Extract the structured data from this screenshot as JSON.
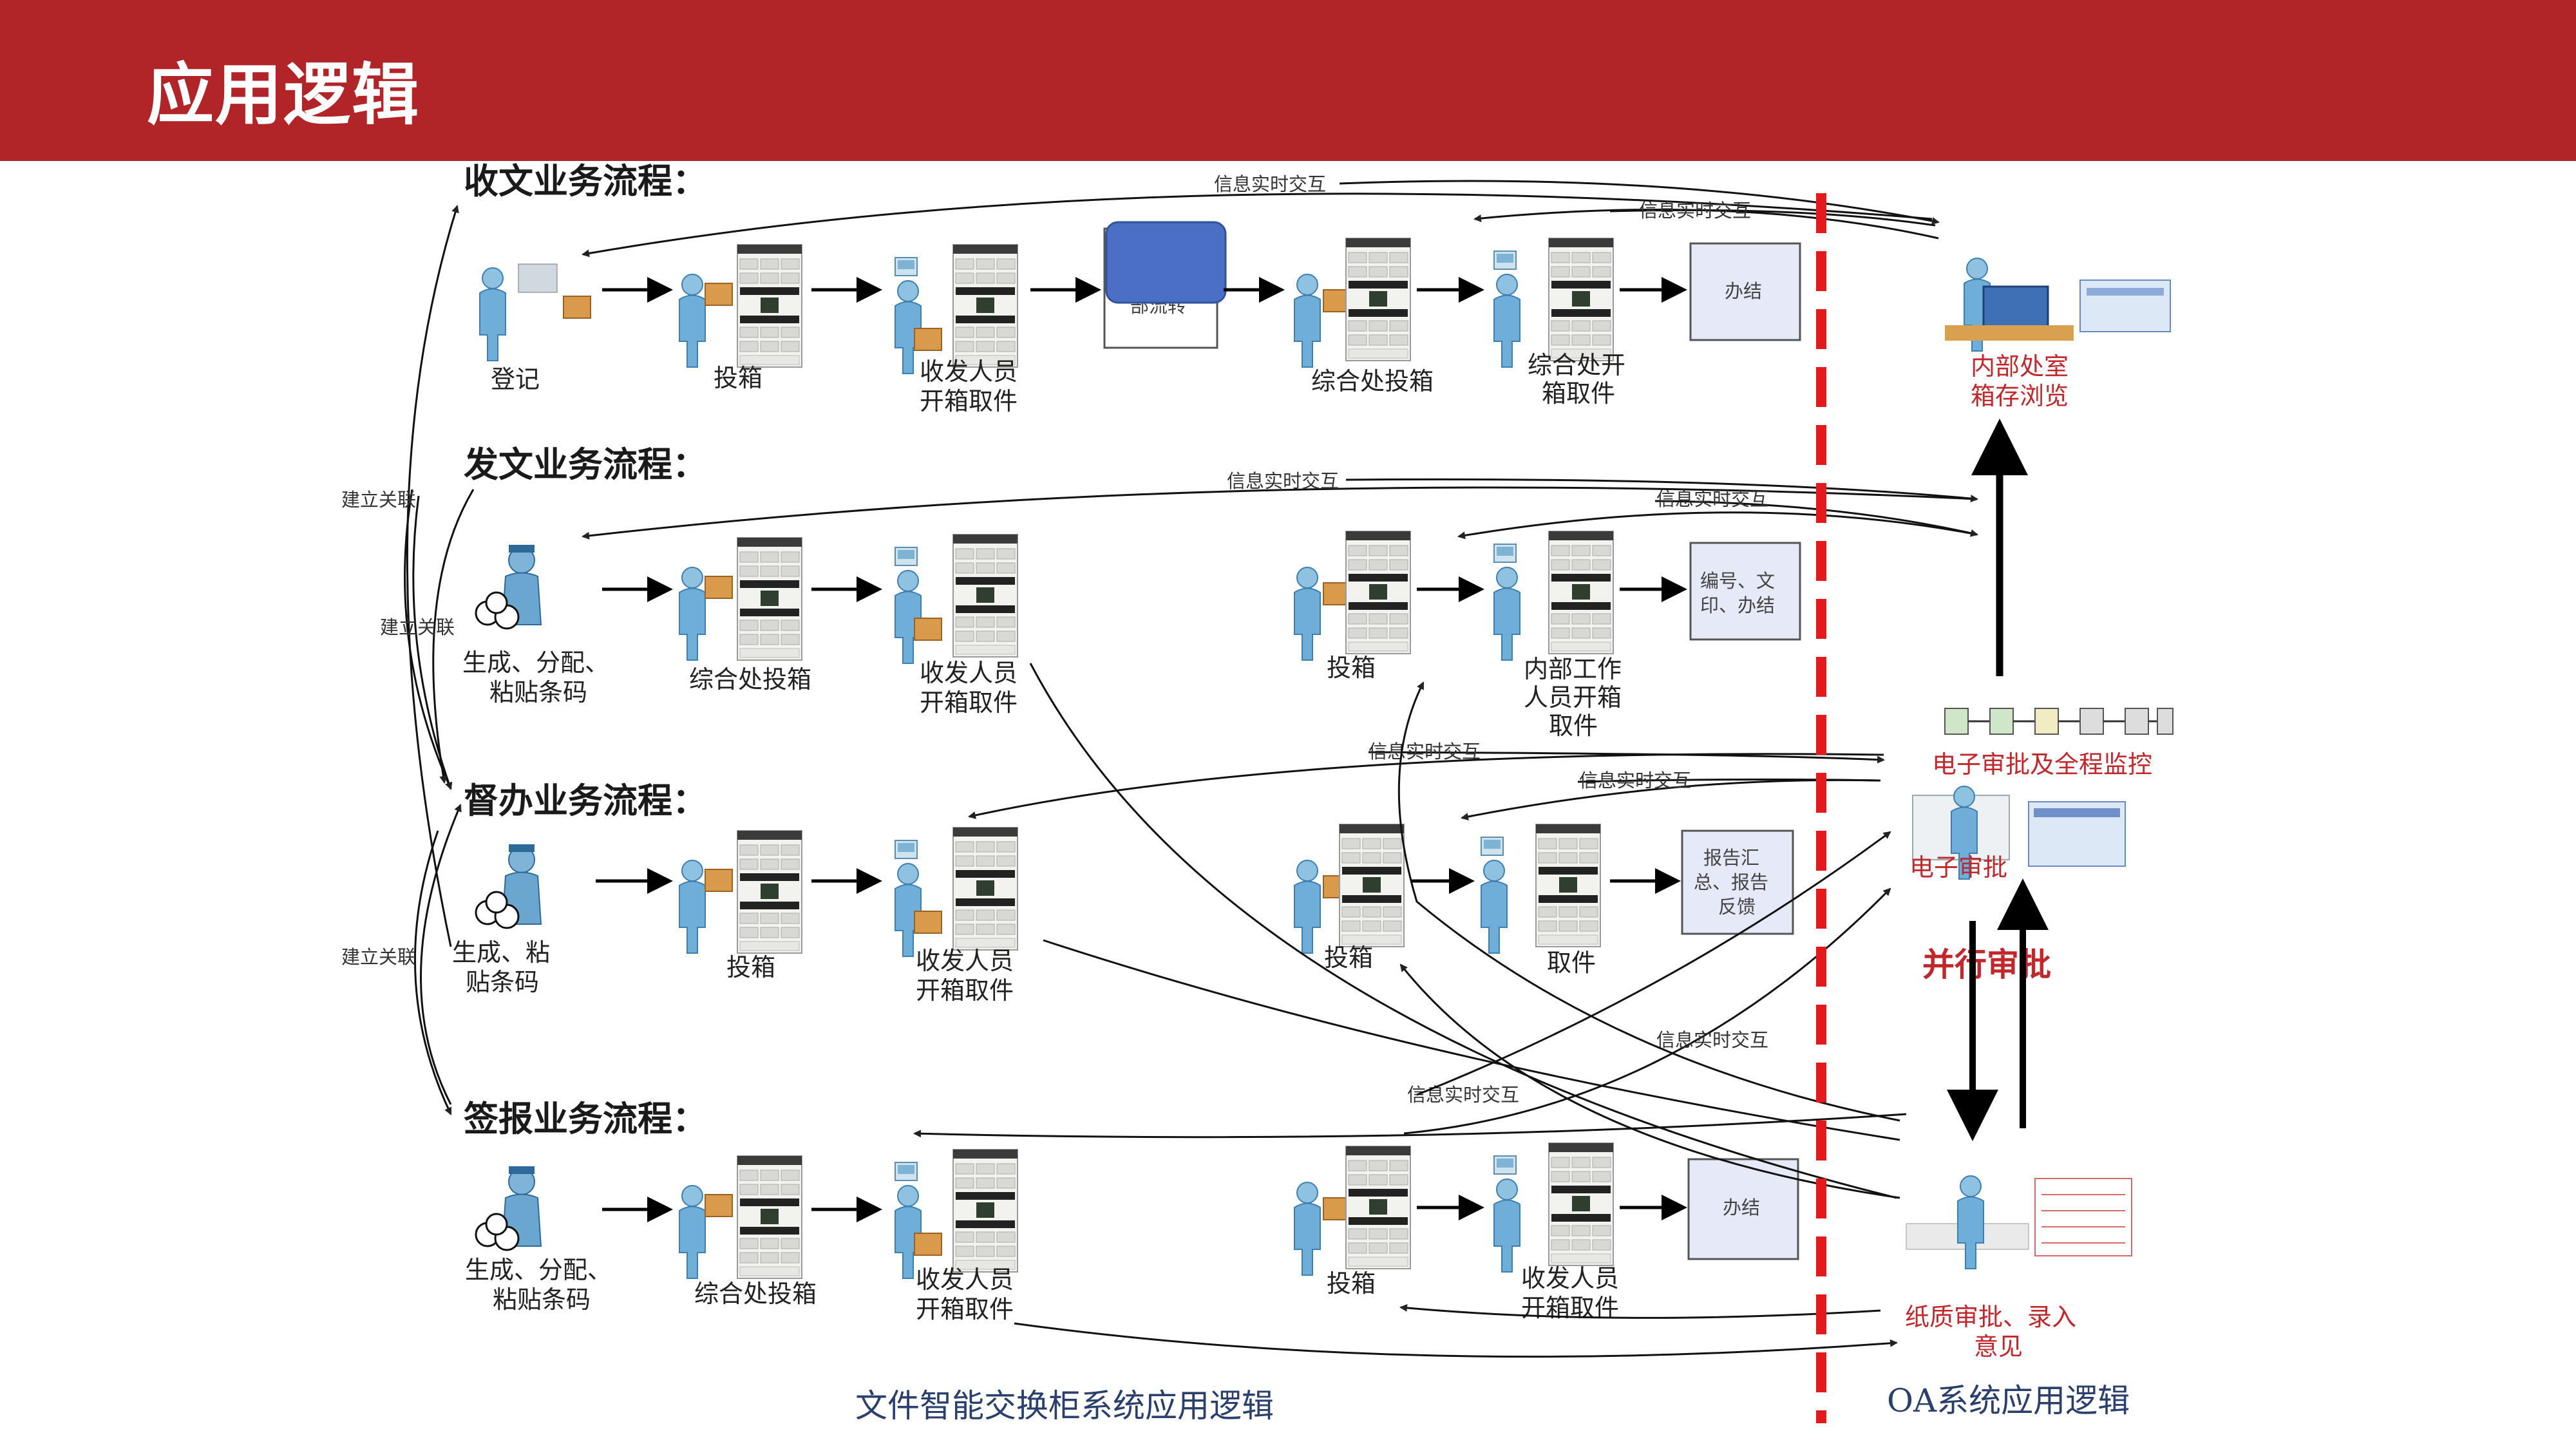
{
  "header": {
    "title": "应用逻辑"
  },
  "sections": {
    "receive": "收文业务流程：",
    "send": "发文业务流程：",
    "supervise": "督办业务流程：",
    "sign": "签报业务流程："
  },
  "labels": {
    "link": "建立关联",
    "info": "信息实时交互",
    "register": "登记",
    "dropbox": "投箱",
    "courier_open_1": "收发人员",
    "courier_open_2": "开箱取件",
    "dept_transfer": "部流转",
    "general_drop": "综合处投箱",
    "general_open_1": "综合处开",
    "general_open_2": "箱取件",
    "done": "办结",
    "gen_dist_1": "生成、分配、",
    "gen_dist_2": "粘贴条码",
    "number_box_1": "编号、文",
    "number_box_2": "印、办结",
    "internal_1": "内部工作",
    "internal_2": "人员开箱",
    "internal_3": "取件",
    "gen_paste_1": "生成、粘",
    "gen_paste_2": "贴条码",
    "report_1": "报告汇",
    "report_2": "总、报告",
    "report_3": "反馈",
    "pickup": "取件"
  },
  "oa": {
    "internal_browse_1": "内部处室",
    "internal_browse_2": "箱存浏览",
    "e_approval_monitor": "电子审批及全程监控",
    "e_approval": "电子审批",
    "parallel": "并行审批",
    "paper_1": "纸质审批、录入",
    "paper_2": "意见"
  },
  "footer": {
    "left": "文件智能交换柜系统应用逻辑",
    "right": "OA系统应用逻辑"
  },
  "colors": {
    "header": "#b12428",
    "divider": "#e3191e",
    "oa_text": "#c0282c"
  }
}
